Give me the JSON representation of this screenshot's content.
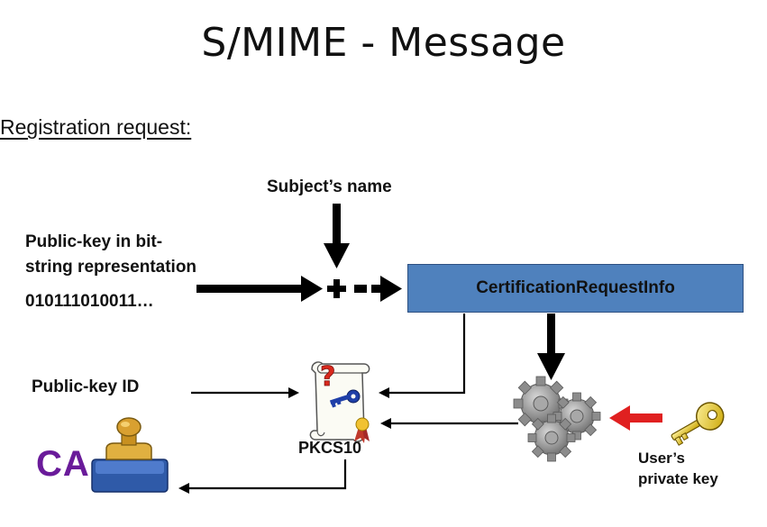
{
  "slide": {
    "title": "S/MIME - Message",
    "subtitle": "Registration request:"
  },
  "diagram": {
    "subject_name": "Subject’s name",
    "public_key_line1": "Public-key in bit-",
    "public_key_line2": "string representation",
    "bits": "010111010011…",
    "plus": "+",
    "cert_request_info": "CertificationRequestInfo",
    "public_key_id": "Public-key ID",
    "pkcs10": "PKCS10",
    "ca": "CA",
    "user_private_key_line1": "User’s",
    "user_private_key_line2": "private key"
  },
  "colors": {
    "box_fill": "#4f81bd",
    "ca_text": "#6a1b9a",
    "private_key_arrow": "#e02020",
    "key_icon": "#e0c020",
    "gear_icon": "#8a8a8a"
  },
  "icons": [
    "document-scroll-icon",
    "question-mark-icon",
    "blue-key-icon",
    "seal-ribbon-icon",
    "gears-icon",
    "golden-key-icon",
    "rubber-stamp-icon"
  ]
}
